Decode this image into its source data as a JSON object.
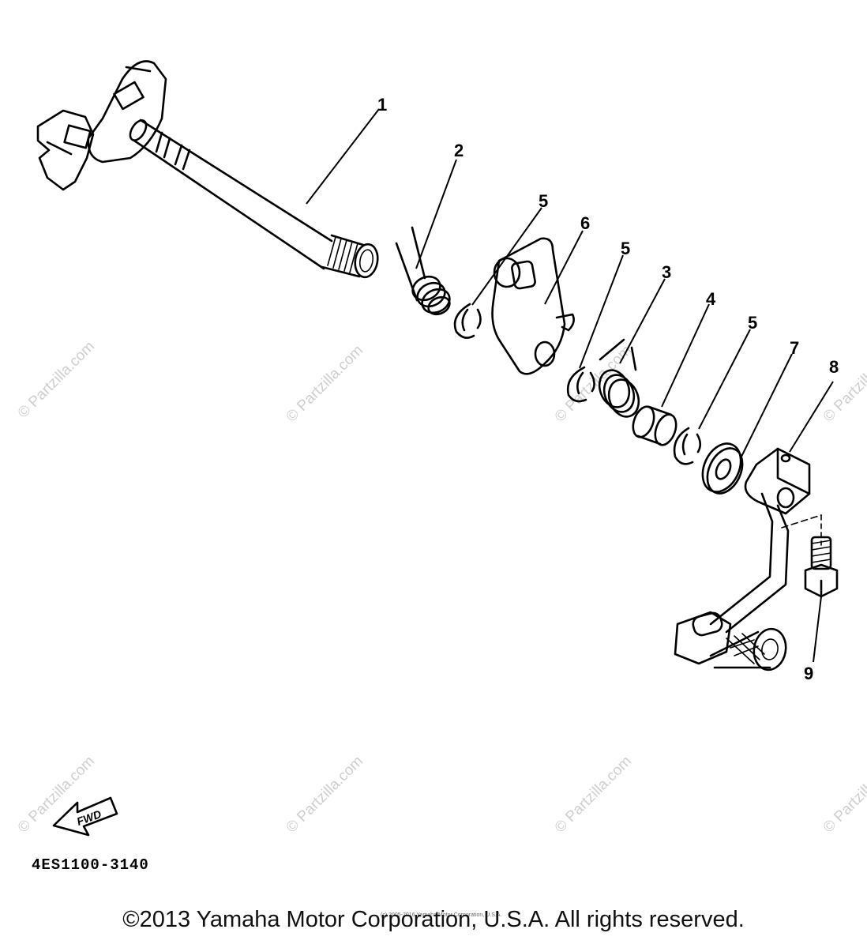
{
  "watermark": "© Partzilla.com",
  "diagram": {
    "code": "4ES1100-3140",
    "fwd_label": "FWD",
    "callouts": [
      {
        "id": "1",
        "label": "1"
      },
      {
        "id": "2",
        "label": "2"
      },
      {
        "id": "5a",
        "label": "5"
      },
      {
        "id": "6",
        "label": "6"
      },
      {
        "id": "5b",
        "label": "5"
      },
      {
        "id": "3",
        "label": "3"
      },
      {
        "id": "4",
        "label": "4"
      },
      {
        "id": "5c",
        "label": "5"
      },
      {
        "id": "7",
        "label": "7"
      },
      {
        "id": "8",
        "label": "8"
      },
      {
        "id": "9",
        "label": "9"
      }
    ]
  },
  "footer": {
    "small_copyright": "(c) 2005-2016 Yamaha Motor Corporation, U.S.A.",
    "copyright": "©2013 Yamaha Motor Corporation, U.S.A. All rights reserved."
  }
}
